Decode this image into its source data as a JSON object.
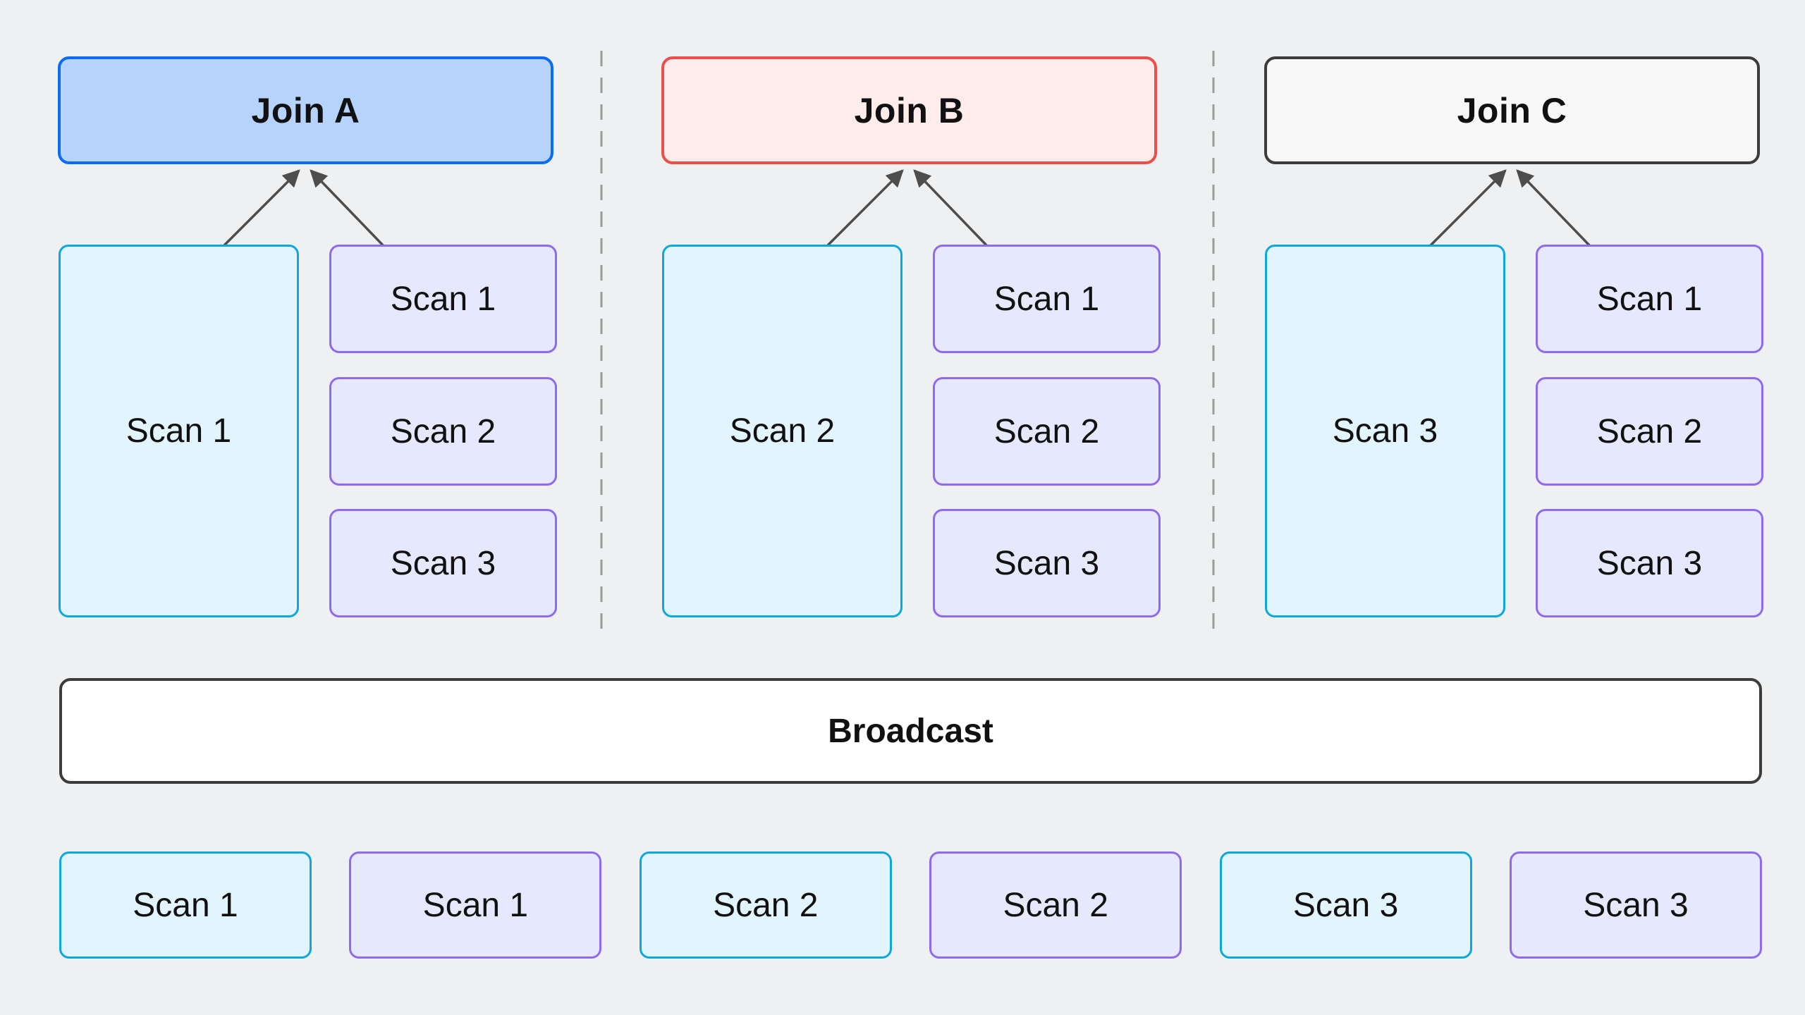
{
  "diagram": {
    "background": "#eff0f2",
    "columns": [
      {
        "join": {
          "label": "Join A",
          "fill": "#b5d3fb",
          "border": "#0b6cf2"
        },
        "big_scan": {
          "label": "Scan 1"
        },
        "small_scans": [
          {
            "label": "Scan 1"
          },
          {
            "label": "Scan 2"
          },
          {
            "label": "Scan 3"
          }
        ]
      },
      {
        "join": {
          "label": "Join B",
          "fill": "#feecea",
          "border": "#ea4f4b"
        },
        "big_scan": {
          "label": "Scan 2"
        },
        "small_scans": [
          {
            "label": "Scan 1"
          },
          {
            "label": "Scan 2"
          },
          {
            "label": "Scan 3"
          }
        ]
      },
      {
        "join": {
          "label": "Join C",
          "fill": "#f8f8f8",
          "border": "#3c3c3c"
        },
        "big_scan": {
          "label": "Scan 3"
        },
        "small_scans": [
          {
            "label": "Scan 1"
          },
          {
            "label": "Scan 2"
          },
          {
            "label": "Scan 3"
          }
        ]
      }
    ],
    "broadcast": {
      "label": "Broadcast",
      "fill": "#ffffff",
      "border": "#3c3c3c"
    },
    "bottom_row": [
      {
        "label": "Scan 1",
        "variant": "cyan"
      },
      {
        "label": "Scan 1",
        "variant": "purple"
      },
      {
        "label": "Scan 2",
        "variant": "cyan"
      },
      {
        "label": "Scan 2",
        "variant": "purple"
      },
      {
        "label": "Scan 3",
        "variant": "cyan"
      },
      {
        "label": "Scan 3",
        "variant": "purple"
      }
    ],
    "styles": {
      "scan_cyan_fill": "#e2f4fd",
      "scan_cyan_border": "#0ca8dc",
      "scan_purple_fill": "#e6e8fd",
      "scan_purple_border": "#8f6aee",
      "arrow_color": "#4d4d4d",
      "divider_color": "#9b9b9b",
      "text_color": "#111111"
    }
  }
}
